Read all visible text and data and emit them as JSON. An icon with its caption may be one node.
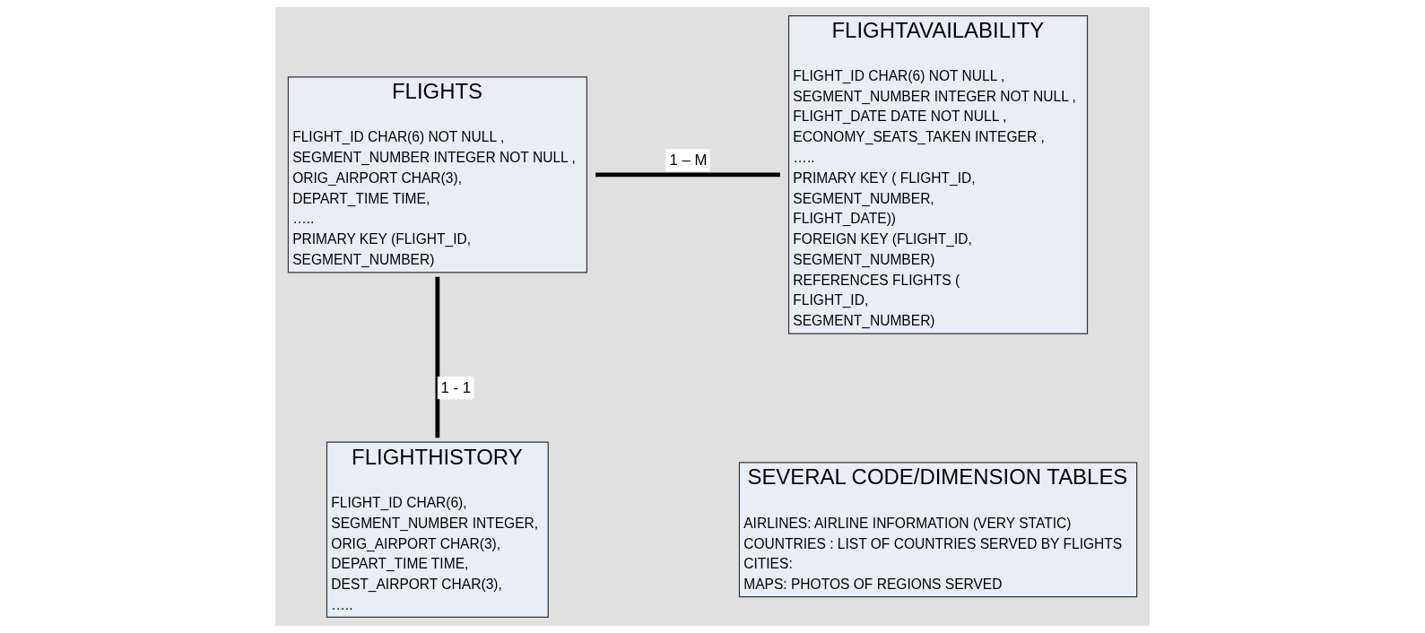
{
  "diagram": {
    "nodes": [
      {
        "text": [
          "FLIGHTS",
          "FLIGHT_ID CHAR(6) NOT NULL ,",
          "SEGMENT_NUMBER INTEGER NOT NULL ,",
          "ORIG_AIRPORT CHAR(3),",
          "DEPART_TIME TIME,",
          "…..",
          "PRIMARY KEY (FLIGHT_ID,",
          "SEGMENT_NUMBER)"
        ]
      },
      {
        "text": [
          "FLIGHTAVAILABILITY",
          "FLIGHT_ID CHAR(6) NOT NULL ,",
          "SEGMENT_NUMBER INTEGER NOT NULL ,",
          "FLIGHT_DATE DATE NOT NULL ,",
          "ECONOMY_SEATS_TAKEN INTEGER ,",
          "…..",
          "PRIMARY KEY ( FLIGHT_ID,",
          "SEGMENT_NUMBER,",
          "FLIGHT_DATE))",
          "FOREIGN KEY (FLIGHT_ID,",
          "SEGMENT_NUMBER)",
          "REFERENCES FLIGHTS (",
          "FLIGHT_ID,",
          "SEGMENT_NUMBER)"
        ]
      },
      {
        "text": [
          "FLIGHTHISTORY",
          "FLIGHT_ID CHAR(6),",
          "SEGMENT_NUMBER INTEGER,",
          "ORIG_AIRPORT CHAR(3),",
          "DEPART_TIME TIME,",
          "DEST_AIRPORT CHAR(3),",
          "….."
        ]
      },
      {
        "text": [
          "SEVERAL CODE/DIMENSION TABLES",
          "AIRLINES: AIRLINE INFORMATION (VERY STATIC)",
          "COUNTRIES : LIST OF COUNTRIES SERVED BY FLIGHTS",
          "CITIES:",
          "MAPS: PHOTOS OF REGIONS SERVED"
        ]
      }
    ],
    "edges": [
      {
        "from": 0,
        "to": 1,
        "arrow": "none",
        "label": "1 – M"
      },
      {
        "from": 0,
        "to": 2,
        "arrow": "none",
        "label": "1 - 1"
      }
    ]
  }
}
